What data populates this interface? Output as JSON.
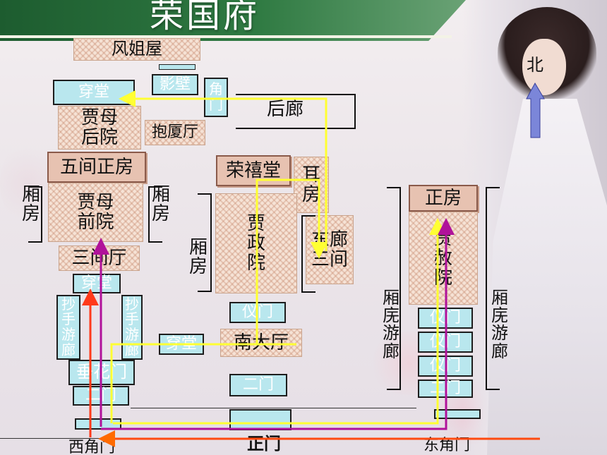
{
  "title": "荣国府",
  "compass": "北",
  "rooms": {
    "fengjie": "风姐屋",
    "yingbi": "影壁",
    "jiaomen_top": "角门",
    "houlang": "后廊",
    "chuantang_top": "穿堂",
    "jiamu_houyuan": "贾母后院",
    "baoshating": "抱厦厅",
    "wujian_zhengfang": "五间正房",
    "jiamu_qianyuan": "贾母前院",
    "xiangfang": "厢房",
    "sanjianting": "三间厅",
    "chuantang_mid": "穿堂",
    "chaoshou_youlang": "抄手游廊",
    "chuantang_east": "穿堂",
    "chuihuamen": "垂花门",
    "ermen": "二门",
    "rongxitang": "荣禧堂",
    "erfang": "耳房",
    "jiazhengyuan": "贾政院",
    "donglang_sanjian": "东廊三间",
    "yimen": "仪门",
    "nandating": "南大厅",
    "zhengfang_east": "正房",
    "jiasheyuan": "贾赦院",
    "xiangwu_youlang": "厢庑游廊"
  },
  "gates": {
    "west_corner_gate": "西角门",
    "main_gate": "正门",
    "east_corner_gate": "东角门"
  },
  "colors": {
    "route_yellow": "#ffff33",
    "route_magenta": "#b0129a",
    "route_red": "#ff3a1a",
    "route_orange": "#ff6a00",
    "header_green": "#2f7a42",
    "arrow_blue": "#7b86d9"
  }
}
